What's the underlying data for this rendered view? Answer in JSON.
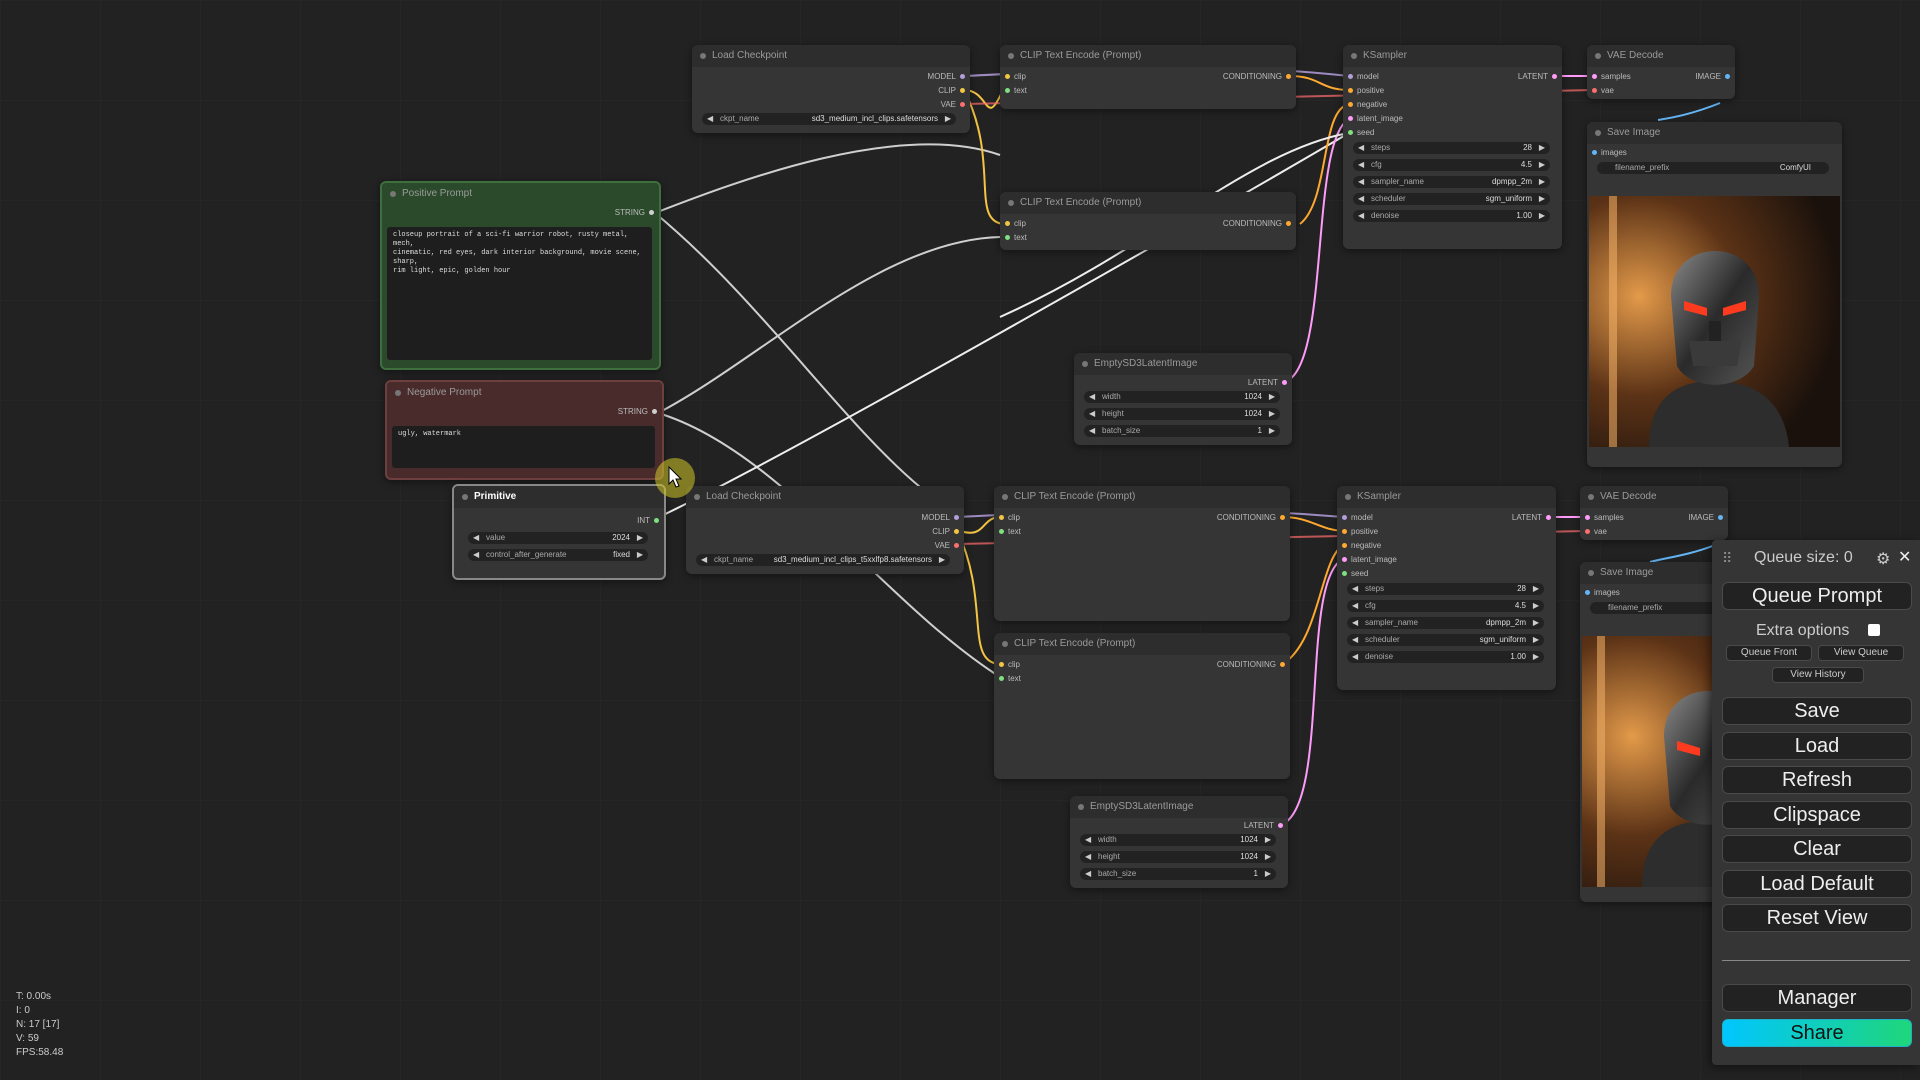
{
  "canvas": {
    "bg": "#222222"
  },
  "nodes": {
    "positive_prompt": {
      "title": "Positive Prompt",
      "out": "STRING",
      "text": "closeup portrait of a sci-fi warrior robot, rusty metal, mech,\ncinematic, red eyes, dark interior background, movie scene, sharp,\nrim light, epic, golden hour"
    },
    "negative_prompt": {
      "title": "Negative Prompt",
      "out": "STRING",
      "text": "ugly, watermark"
    },
    "primitive": {
      "title": "Primitive",
      "out": "INT",
      "value_label": "value",
      "value": "2024",
      "control_label": "control_after_generate",
      "control": "fixed"
    },
    "load_ckpt_top": {
      "title": "Load Checkpoint",
      "outs": [
        "MODEL",
        "CLIP",
        "VAE"
      ],
      "ckpt_label": "ckpt_name",
      "ckpt": "sd3_medium_incl_clips.safetensors"
    },
    "load_ckpt_bot": {
      "title": "Load Checkpoint",
      "outs": [
        "MODEL",
        "CLIP",
        "VAE"
      ],
      "ckpt_label": "ckpt_name",
      "ckpt": "sd3_medium_incl_clips_t5xxlfp8.safetensors"
    },
    "clip_top_1": {
      "title": "CLIP Text Encode (Prompt)",
      "ins": [
        "clip",
        "text"
      ],
      "out": "CONDITIONING"
    },
    "clip_top_2": {
      "title": "CLIP Text Encode (Prompt)",
      "ins": [
        "clip",
        "text"
      ],
      "out": "CONDITIONING"
    },
    "clip_bot_1": {
      "title": "CLIP Text Encode (Prompt)",
      "ins": [
        "clip",
        "text"
      ],
      "out": "CONDITIONING"
    },
    "clip_bot_2": {
      "title": "CLIP Text Encode (Prompt)",
      "ins": [
        "clip",
        "text"
      ],
      "out": "CONDITIONING"
    },
    "ksampler_top": {
      "title": "KSampler",
      "ins": [
        "model",
        "positive",
        "negative",
        "latent_image",
        "seed"
      ],
      "out": "LATENT",
      "widgets": [
        {
          "l": "steps",
          "v": "28"
        },
        {
          "l": "cfg",
          "v": "4.5"
        },
        {
          "l": "sampler_name",
          "v": "dpmpp_2m"
        },
        {
          "l": "scheduler",
          "v": "sgm_uniform"
        },
        {
          "l": "denoise",
          "v": "1.00"
        }
      ]
    },
    "ksampler_bot": {
      "title": "KSampler",
      "ins": [
        "model",
        "positive",
        "negative",
        "latent_image",
        "seed"
      ],
      "out": "LATENT",
      "widgets": [
        {
          "l": "steps",
          "v": "28"
        },
        {
          "l": "cfg",
          "v": "4.5"
        },
        {
          "l": "sampler_name",
          "v": "dpmpp_2m"
        },
        {
          "l": "scheduler",
          "v": "sgm_uniform"
        },
        {
          "l": "denoise",
          "v": "1.00"
        }
      ]
    },
    "empty_top": {
      "title": "EmptySD3LatentImage",
      "out": "LATENT",
      "widgets": [
        {
          "l": "width",
          "v": "1024"
        },
        {
          "l": "height",
          "v": "1024"
        },
        {
          "l": "batch_size",
          "v": "1"
        }
      ]
    },
    "empty_bot": {
      "title": "EmptySD3LatentImage",
      "out": "LATENT",
      "widgets": [
        {
          "l": "width",
          "v": "1024"
        },
        {
          "l": "height",
          "v": "1024"
        },
        {
          "l": "batch_size",
          "v": "1"
        }
      ]
    },
    "vae_top": {
      "title": "VAE Decode",
      "ins": [
        "samples",
        "vae"
      ],
      "out": "IMAGE"
    },
    "vae_bot": {
      "title": "VAE Decode",
      "ins": [
        "samples",
        "vae"
      ],
      "out": "IMAGE"
    },
    "save_top": {
      "title": "Save Image",
      "in": "images",
      "prefix_label": "filename_prefix",
      "prefix": "ComfyUI"
    },
    "save_bot": {
      "title": "Save Image",
      "in": "images",
      "prefix_label": "filename_prefix"
    }
  },
  "panel": {
    "queue_size": "Queue size: 0",
    "queue_prompt": "Queue Prompt",
    "extra_options": "Extra options",
    "queue_front": "Queue Front",
    "view_queue": "View Queue",
    "view_history": "View History",
    "save": "Save",
    "load": "Load",
    "refresh": "Refresh",
    "clipspace": "Clipspace",
    "clear": "Clear",
    "load_default": "Load Default",
    "reset_view": "Reset View",
    "manager": "Manager",
    "share": "Share"
  },
  "stats": {
    "t": "T: 0.00s",
    "i": "I: 0",
    "n": "N: 17 [17]",
    "v": "V: 59",
    "fps": "FPS:58.48"
  },
  "colors": {
    "clip_wire": "#f4c542",
    "model_wire": "#b39ddb",
    "vae_wire": "#ff6e6e",
    "latent_wire": "#ff9cf9",
    "cond_wire": "#ffa931",
    "string_wire": "#cfcfcf",
    "share_gradient_start": "#00c6ff",
    "share_gradient_end": "#1fd67a"
  }
}
